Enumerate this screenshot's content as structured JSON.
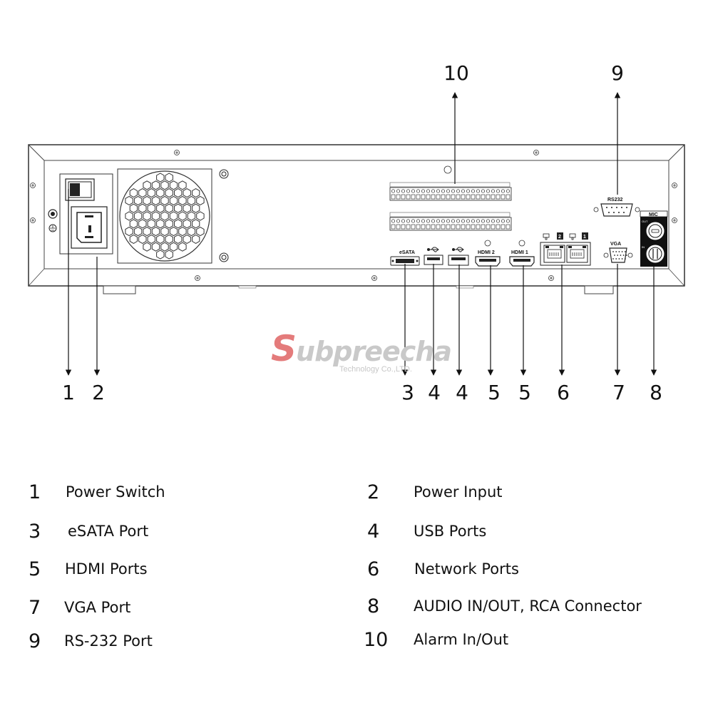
{
  "panel": {
    "labels": {
      "esata": "eSATA",
      "hdmi2": "HDMI 2",
      "hdmi1": "HDMI 1",
      "vga": "VGA",
      "rs232": "RS232",
      "mic": "MIC",
      "mic_out": "OUT",
      "mic_in": "IN",
      "lan2": "2",
      "lan1": "1"
    }
  },
  "callouts": {
    "n1": "1",
    "n2": "2",
    "n3": "3",
    "n4a": "4",
    "n4b": "4",
    "n5a": "5",
    "n5b": "5",
    "n6": "6",
    "n7": "7",
    "n8": "8",
    "n9": "9",
    "n10": "10"
  },
  "watermark": {
    "initial": "S",
    "brand": "ubpreecha",
    "tagline": "Technology Co.,LTD."
  },
  "legend": [
    {
      "num": "1",
      "text": "Power Switch"
    },
    {
      "num": "2",
      "text": "Power Input"
    },
    {
      "num": "3",
      "text": "eSATA Port"
    },
    {
      "num": "4",
      "text": "USB Ports"
    },
    {
      "num": "5",
      "text": "HDMI Ports"
    },
    {
      "num": "6",
      "text": "Network Ports"
    },
    {
      "num": "7",
      "text": "VGA Port"
    },
    {
      "num": "8",
      "text": "AUDIO IN/OUT, RCA Connector"
    },
    {
      "num": "9",
      "text": "RS-232 Port"
    },
    {
      "num": "10",
      "text": "Alarm In/Out"
    }
  ]
}
